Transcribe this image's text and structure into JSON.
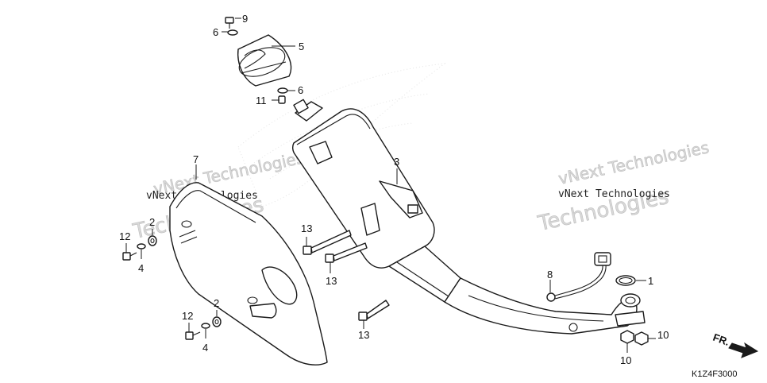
{
  "watermark": {
    "line1": "vNext Technologies",
    "line2": "Technologies"
  },
  "callouts": {
    "p1": "1",
    "p2a": "2",
    "p2b": "2",
    "p3": "3",
    "p4a": "4",
    "p4b": "4",
    "p5": "5",
    "p6a": "6",
    "p6b": "6",
    "p7": "7",
    "p8": "8",
    "p9": "9",
    "p10a": "10",
    "p10b": "10",
    "p11": "11",
    "p12a": "12",
    "p12b": "12",
    "p13a": "13",
    "p13b": "13",
    "p13c": "13"
  },
  "direction_label": "FR.",
  "diagram_code": "K1Z4F3000",
  "colors": {
    "line": "#1a1a1a",
    "watermark": "#d9d9d9"
  }
}
